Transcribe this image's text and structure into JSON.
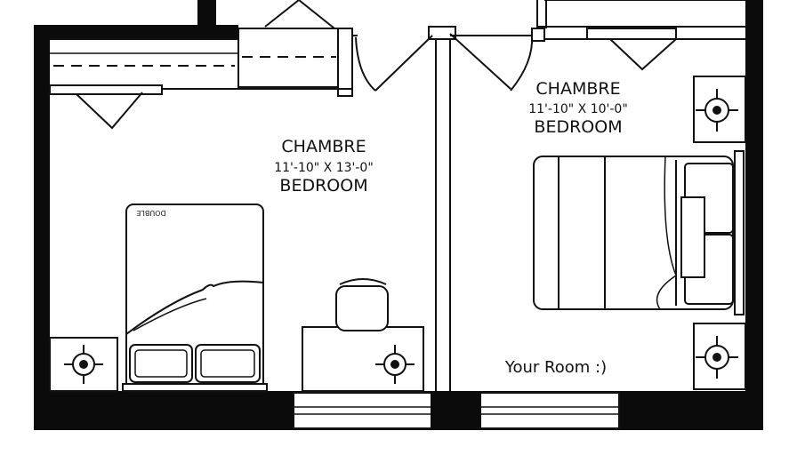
{
  "rooms": [
    {
      "name_fr": "CHAMBRE",
      "dimensions": "11'-10\" X 13'-0\"",
      "name_en": "BEDROOM"
    },
    {
      "name_fr": "CHAMBRE",
      "dimensions": "11'-10\" X 10'-0\"",
      "name_en": "BEDROOM"
    }
  ],
  "bed_label": "DOUBLE",
  "annotation": "Your Room :)"
}
